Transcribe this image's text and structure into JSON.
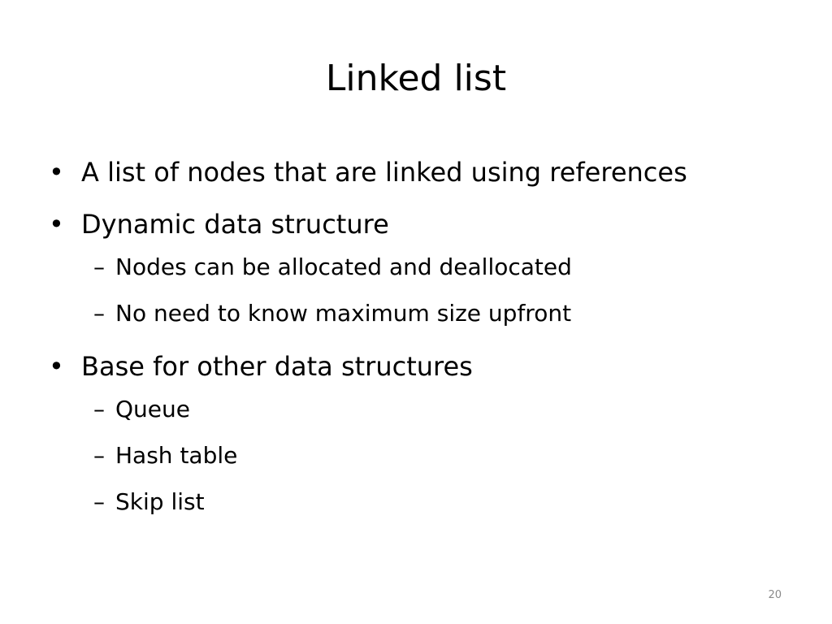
{
  "slide": {
    "title": "Linked list",
    "bullets": [
      {
        "marker": "•",
        "text": "A list of nodes that are linked using references"
      },
      {
        "marker": "•",
        "text": "Dynamic data structure"
      },
      {
        "marker": "–",
        "text": "Nodes can be allocated and deallocated"
      },
      {
        "marker": "–",
        "text": "No need to know maximum size upfront"
      },
      {
        "marker": "•",
        "text": "Base for other data structures"
      },
      {
        "marker": "–",
        "text": "Queue"
      },
      {
        "marker": "–",
        "text": "Hash table"
      },
      {
        "marker": "–",
        "text": "Skip list"
      }
    ],
    "page_number": "20"
  }
}
